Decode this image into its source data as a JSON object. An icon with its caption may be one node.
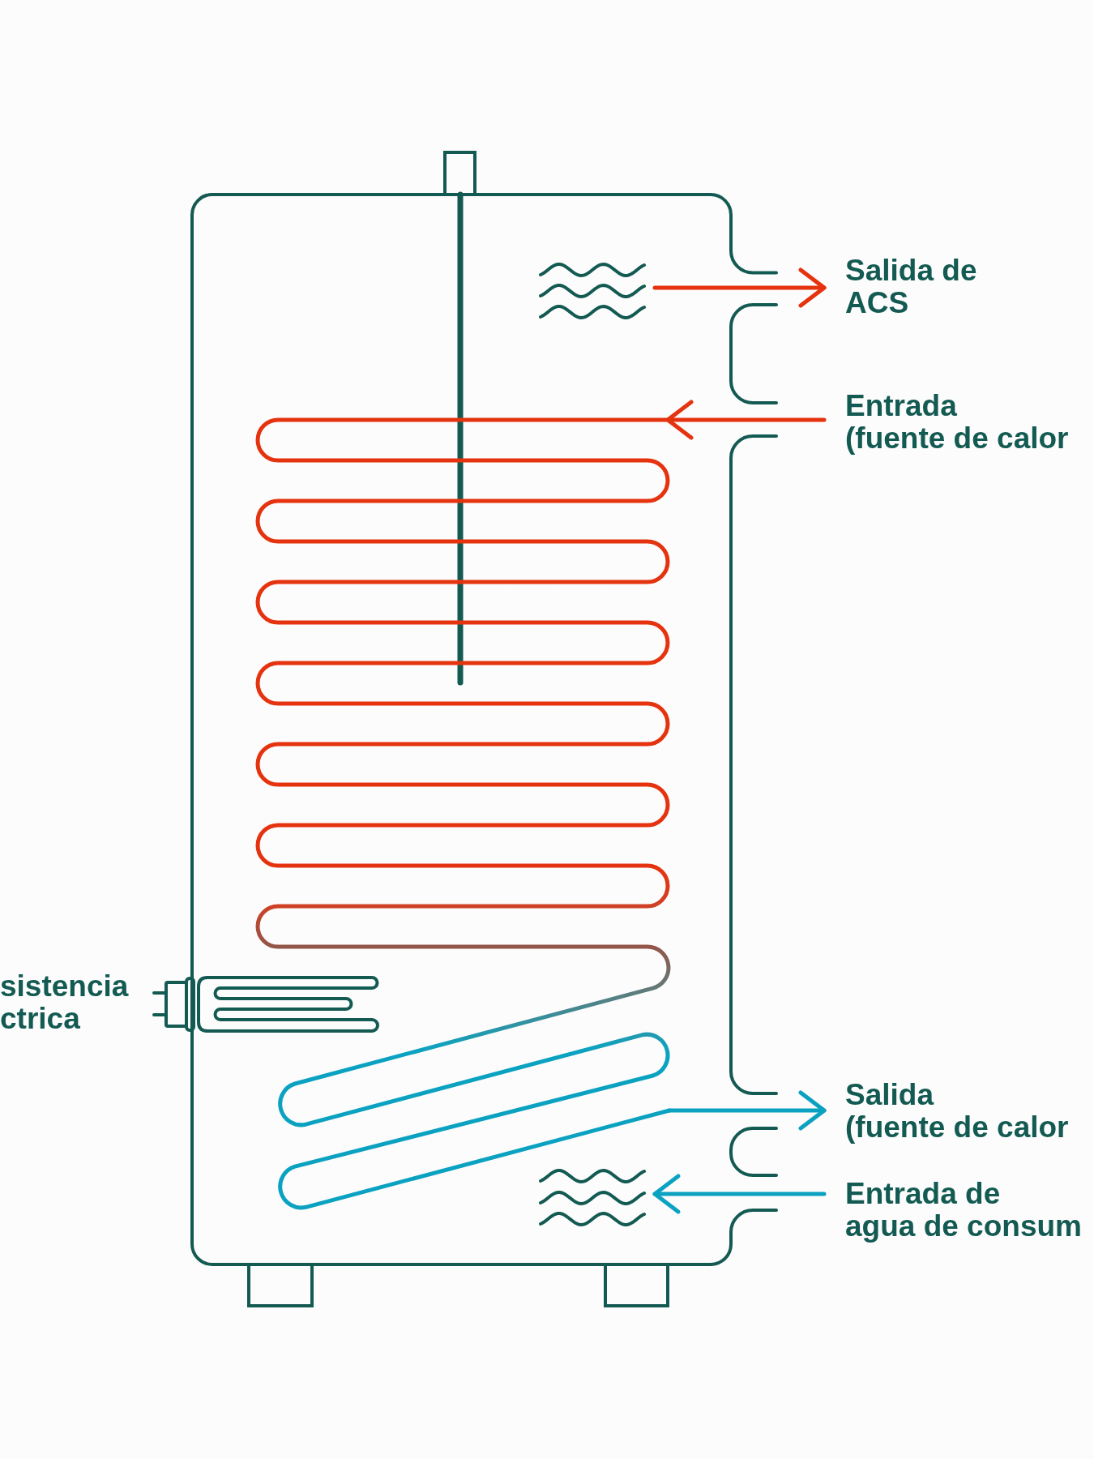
{
  "diagram": {
    "nodes": [
      {
        "text": [],
        "shape": "picture"
      },
      {
        "text": [
          "Salida de ACS"
        ]
      },
      {
        "text": [
          "Entrada (fuente de calor"
        ]
      },
      {
        "text": [
          "Salida (fuente de calor"
        ]
      },
      {
        "text": [],
        "shape": "picture"
      },
      {
        "text": [
          "Entrada de agua de consum"
        ]
      }
    ],
    "edges": [
      {
        "from": 0,
        "to": 1,
        "arrow": "to",
        "color": "#e5330f"
      },
      {
        "from": 2,
        "to": null,
        "arrow": "to",
        "color": "#e5330f"
      },
      {
        "from": null,
        "to": 3,
        "arrow": "to",
        "color": "#0ba2c1"
      },
      {
        "from": 5,
        "to": 4,
        "arrow": "to",
        "color": "#0ba2c1"
      }
    ],
    "labels": [
      "sistencia ctrica"
    ]
  }
}
